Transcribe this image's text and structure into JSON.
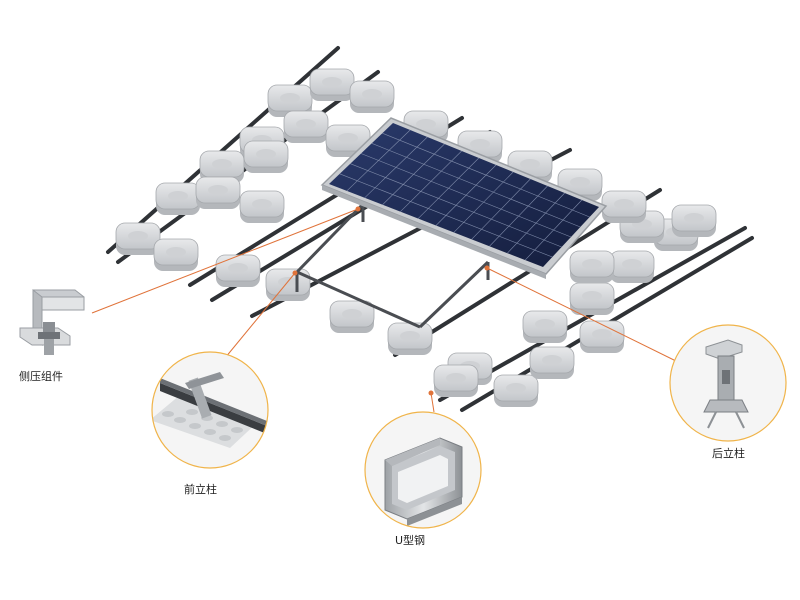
{
  "labels": {
    "side_clamp": "侧压组件",
    "front_post": "前立柱",
    "u_steel": "U型钢",
    "rear_post": "后立柱"
  },
  "colors": {
    "callout_line": "#e0733a",
    "callout_ring": "#f0b44a",
    "float_fill": "#d7d9dc",
    "float_shadow": "#b4b7bb",
    "rail": "#2f3236",
    "panel_cell": "#1d2b57",
    "panel_frame": "#c9ccd0"
  }
}
